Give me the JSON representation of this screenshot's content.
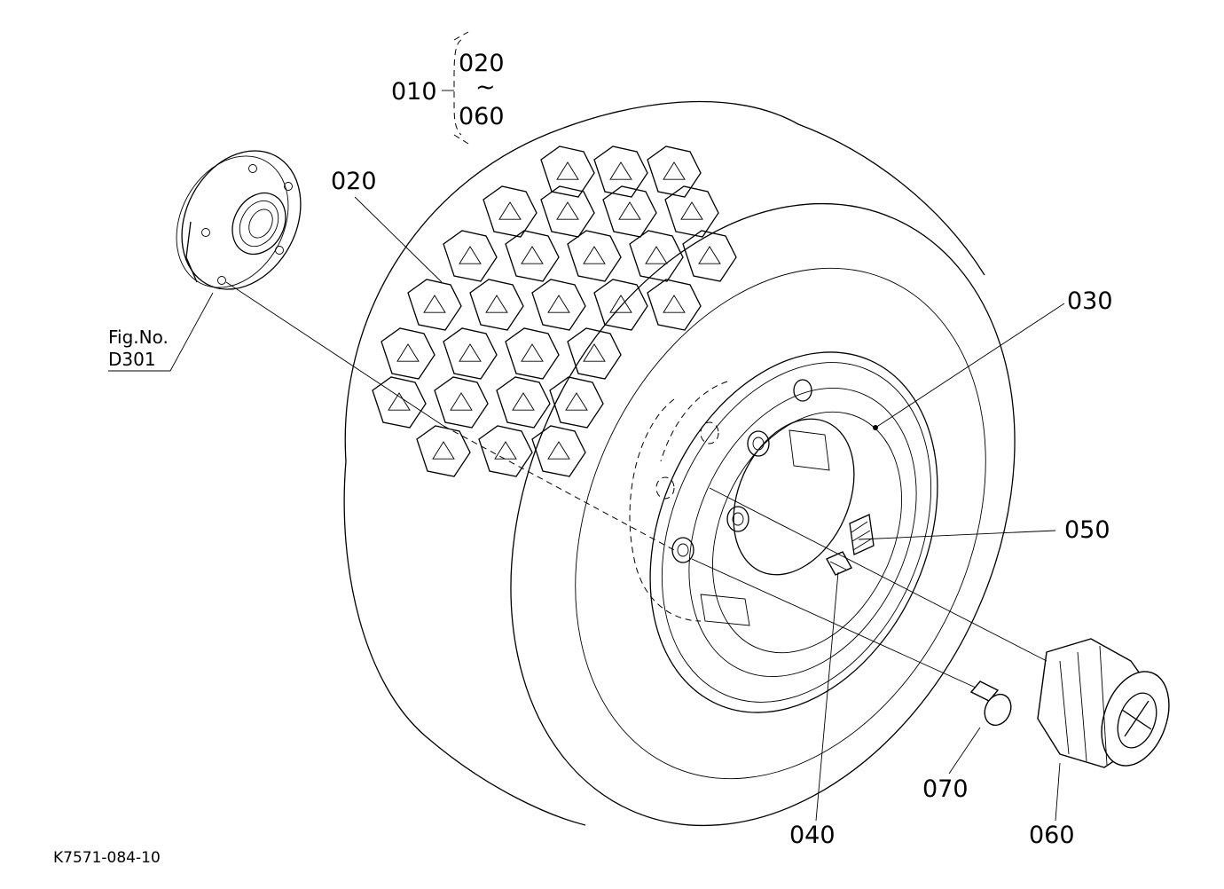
{
  "callouts": {
    "assembly": "010",
    "range_start": "020",
    "range_sep": "~",
    "range_end": "060",
    "tire": "020",
    "rim": "030",
    "valve": "040",
    "label_plate": "050",
    "hub_cap": "060",
    "bolt": "070"
  },
  "reference": {
    "fig_line1": "Fig.No.",
    "fig_line2": "D301"
  },
  "drawing_code": "K7571-084-10"
}
